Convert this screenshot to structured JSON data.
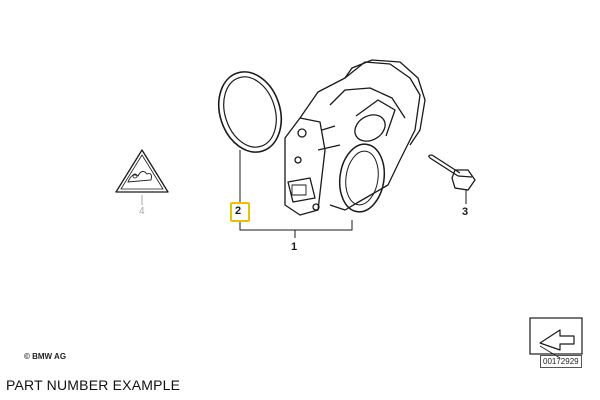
{
  "callouts": {
    "part_1": "1",
    "part_2": "2",
    "part_3": "3",
    "part_4": "4"
  },
  "footer": {
    "copyright": "© BMW AG",
    "diagram_id": "00172929"
  },
  "caption": "PART NUMBER EXAMPLE",
  "colors": {
    "highlight": "#e6c200",
    "line": "#1a1a1a",
    "muted": "#a8a8a8"
  }
}
